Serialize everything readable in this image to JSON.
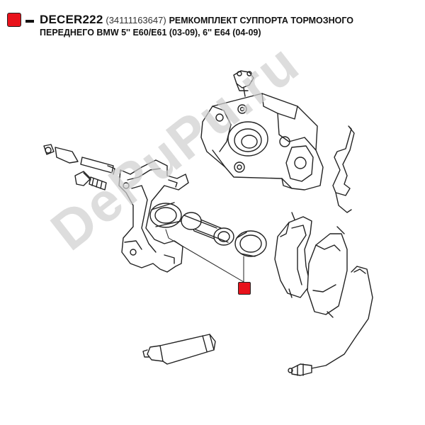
{
  "header": {
    "code": "DECER222",
    "part_number": "(34111163647)",
    "description_line1": "РЕМКОМПЛЕКТ СУППОРТА ТОРМОЗНОГО",
    "description_line2": "ПЕРЕДНЕГО  BMW 5'' E60/E61 (03-09), 6'' E64 (04-09)"
  },
  "watermark": {
    "text": "DePuPu.ru"
  },
  "colors": {
    "marker": "#e8121b",
    "line": "#222222",
    "watermark": "#d0d0d0"
  }
}
